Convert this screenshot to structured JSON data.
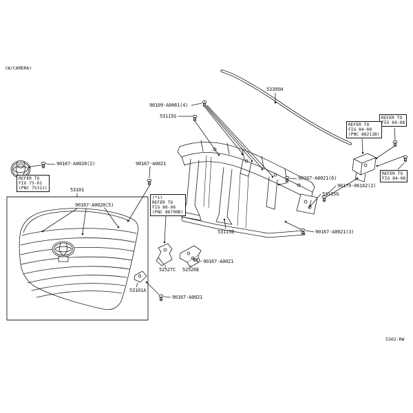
{
  "page": {
    "top_note": "(W/CAMERA)",
    "figure_code": "5302-RW"
  },
  "part_labels": [
    {
      "text": "53395H"
    },
    {
      "text": "90109-A0061(4)"
    },
    {
      "text": "53115G"
    },
    {
      "text": "90167-A0020(2)"
    },
    {
      "text": "90167-A0021"
    },
    {
      "text": "53101"
    },
    {
      "text": "90167-A0020(5)"
    },
    {
      "text": "90167-A0021(6)"
    },
    {
      "text": "90179-06162(2)"
    },
    {
      "text": "53115G"
    },
    {
      "text": "53115B"
    },
    {
      "text": "90167-A0021(3)"
    },
    {
      "text": "90167-A0021"
    },
    {
      "text": "52527C"
    },
    {
      "text": "52526E"
    },
    {
      "text": "53101A"
    },
    {
      "text": "90167-A0021"
    }
  ],
  "refer_boxes": [
    {
      "lines": [
        "REFER TO",
        "FIG 84-08"
      ]
    },
    {
      "lines": [
        "REFER TO",
        "FIG 84-08",
        "(PNC 88211B)"
      ]
    },
    {
      "lines": [
        "REFER TO",
        "FIG 75-01",
        "(PNC 75311)"
      ]
    },
    {
      "lines": [
        "REFER TO",
        "FIG 84-08"
      ]
    },
    {
      "lines": [
        "(*1)",
        "REFER TO",
        "FIG 86-06",
        "(PNC 86790B)"
      ]
    }
  ]
}
